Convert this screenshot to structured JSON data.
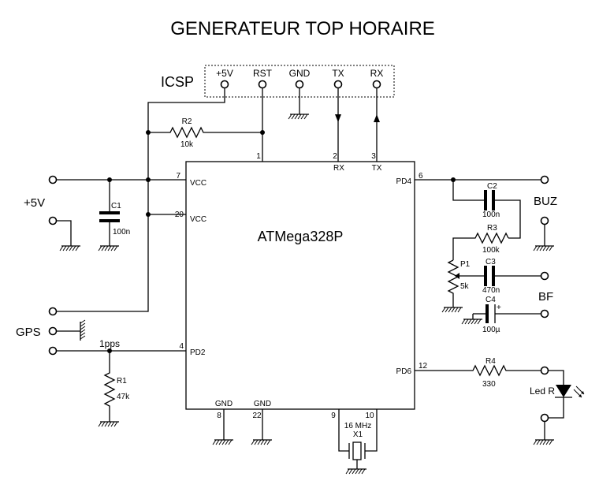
{
  "title": "GENERATEUR TOP HORAIRE",
  "icsp": {
    "label": "ICSP",
    "pins": [
      "+5V",
      "RST",
      "GND",
      "TX",
      "RX"
    ]
  },
  "chip": {
    "name": "ATMega328P",
    "pins": {
      "rst_num": "1",
      "rx_num": "2",
      "rx_label": "RX",
      "tx_num": "3",
      "tx_label": "TX",
      "vcc1_num": "7",
      "vcc1_label": "VCC",
      "vcc2_num": "20",
      "vcc2_label": "VCC",
      "pd2_num": "4",
      "pd2_label": "PD2",
      "pd4_num": "6",
      "pd4_label": "PD4",
      "pd6_num": "12",
      "pd6_label": "PD6",
      "gnd1_num": "8",
      "gnd1_label": "GND",
      "gnd2_num": "22",
      "gnd2_label": "GND",
      "x1_num": "9",
      "x2_num": "10"
    }
  },
  "components": {
    "r1": {
      "ref": "R1",
      "value": "47k"
    },
    "r2": {
      "ref": "R2",
      "value": "10k"
    },
    "r3": {
      "ref": "R3",
      "value": "100k"
    },
    "r4": {
      "ref": "R4",
      "value": "330"
    },
    "c1": {
      "ref": "C1",
      "value": "100n"
    },
    "c2": {
      "ref": "C2",
      "value": "100n"
    },
    "c3": {
      "ref": "C3",
      "value": "470n"
    },
    "c4": {
      "ref": "C4",
      "value": "100µ",
      "polarity": "+"
    },
    "p1": {
      "ref": "P1",
      "value": "5k"
    },
    "x1": {
      "ref": "X1",
      "value": "16 MHz"
    },
    "led": {
      "label": "Led R"
    }
  },
  "connectors": {
    "power": "+5V",
    "gps": "GPS",
    "signal": "1pps",
    "buz": "BUZ",
    "bf": "BF"
  }
}
